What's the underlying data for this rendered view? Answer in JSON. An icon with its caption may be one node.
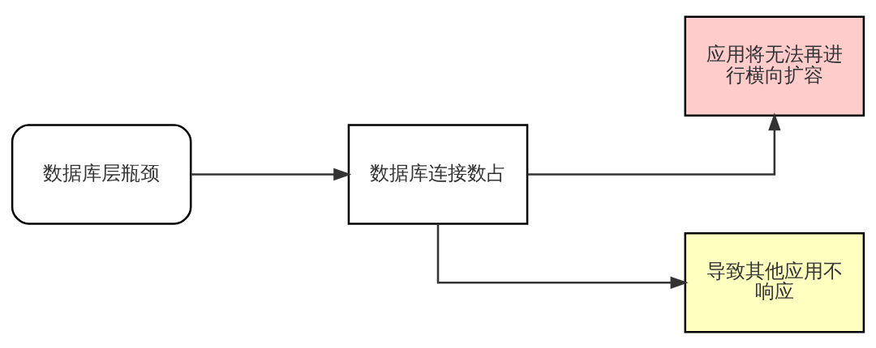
{
  "diagram": {
    "nodes": [
      {
        "text": [
          "数据库层瓶颈"
        ]
      },
      {
        "text": [
          "数据库连接数占"
        ]
      },
      {
        "text": [
          "应用将无法再进行横向扩容"
        ]
      },
      {
        "text": [
          "导致其他应用不响应"
        ]
      }
    ],
    "edges": [
      {
        "from": 0,
        "to": 1,
        "arrow": "to"
      },
      {
        "from": 1,
        "to": 2,
        "arrow": "to"
      },
      {
        "from": 1,
        "to": 3,
        "arrow": "to"
      }
    ]
  }
}
